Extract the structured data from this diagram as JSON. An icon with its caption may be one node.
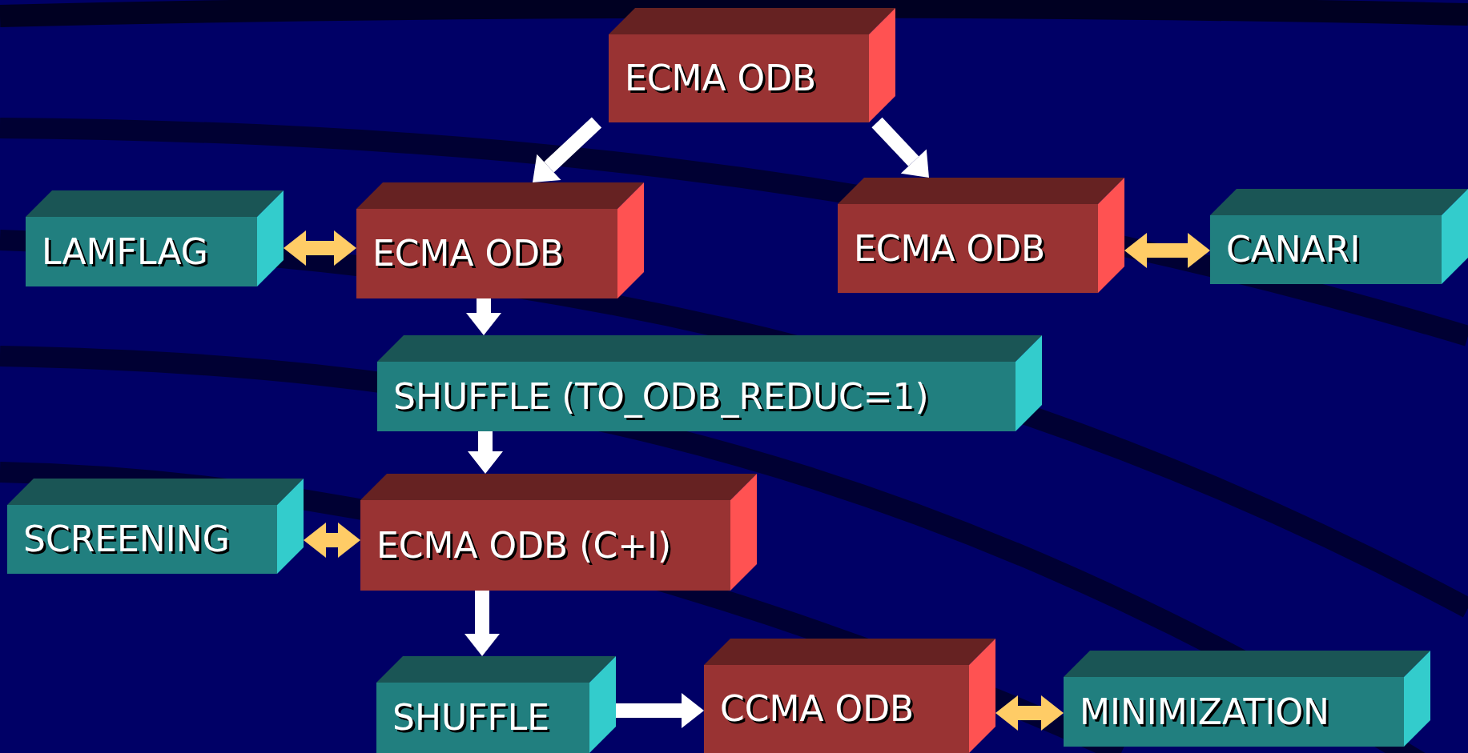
{
  "diagram": {
    "nodes": [
      {
        "text": [
          "ECMA ODB"
        ]
      },
      {
        "text": [
          "LAMFLAG"
        ]
      },
      {
        "text": [
          "ECMA ODB"
        ]
      },
      {
        "text": [
          "ECMA ODB"
        ]
      },
      {
        "text": [
          "CANARI"
        ]
      },
      {
        "text": [
          "SHUFFLE (TO_ODB_REDUC=1)"
        ]
      },
      {
        "text": [
          "SCREENING"
        ]
      },
      {
        "text": [
          "ECMA ODB (C+I)"
        ]
      },
      {
        "text": [
          "SHUFFLE"
        ]
      },
      {
        "text": [
          "CCMA ODB"
        ]
      },
      {
        "text": [
          "MINIMIZATION"
        ]
      }
    ],
    "edges": [
      {
        "from": 0,
        "to": 2,
        "arrow": "to"
      },
      {
        "from": 0,
        "to": 3,
        "arrow": "to"
      },
      {
        "from": 1,
        "to": 2,
        "arrow": "both",
        "color": "#ffcc66"
      },
      {
        "from": 3,
        "to": 4,
        "arrow": "both",
        "color": "#ffcc66"
      },
      {
        "from": 2,
        "to": 5,
        "arrow": "to"
      },
      {
        "from": 5,
        "to": 7,
        "arrow": "to"
      },
      {
        "from": 6,
        "to": 7,
        "arrow": "both",
        "color": "#ffcc66"
      },
      {
        "from": 7,
        "to": 8,
        "arrow": "to"
      },
      {
        "from": 8,
        "to": 9,
        "arrow": "to"
      },
      {
        "from": 9,
        "to": 10,
        "arrow": "both",
        "color": "#ffcc66"
      }
    ]
  }
}
